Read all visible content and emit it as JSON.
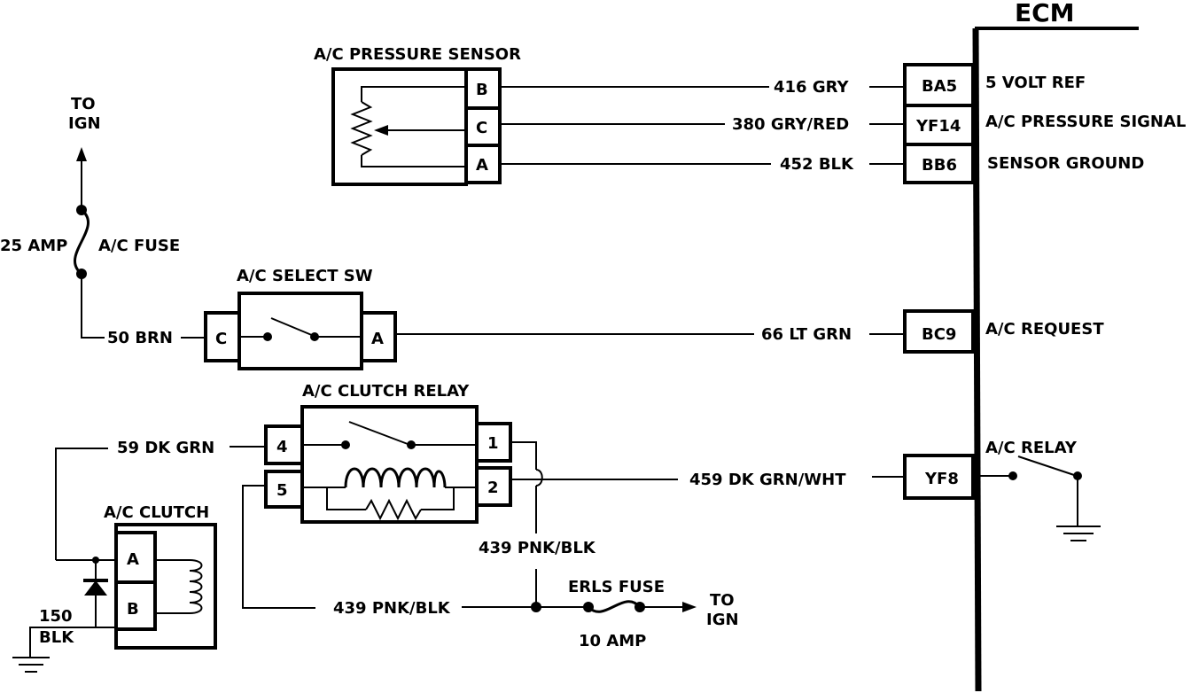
{
  "ecm": {
    "title": "ECM",
    "pins": [
      {
        "pin": "BA5",
        "function": "5 VOLT REF",
        "wire": "416 GRY"
      },
      {
        "pin": "YF14",
        "function": "A/C PRESSURE SIGNAL",
        "wire": "380 GRY/RED"
      },
      {
        "pin": "BB6",
        "function": "SENSOR GROUND",
        "wire": "452 BLK"
      },
      {
        "pin": "BC9",
        "function": "A/C REQUEST",
        "wire": "66 LT GRN"
      },
      {
        "pin": "YF8",
        "function": "A/C RELAY",
        "wire": "459  DK GRN/WHT"
      }
    ]
  },
  "pressure_sensor": {
    "title": "A/C PRESSURE SENSOR",
    "pins": [
      "B",
      "C",
      "A"
    ]
  },
  "ign_feed": {
    "label_line1": "TO",
    "label_line2": "IGN",
    "fuse_rating": "25 AMP",
    "fuse_name": "A/C  FUSE",
    "wire": "50 BRN"
  },
  "select_switch": {
    "title": "A/C  SELECT SW",
    "pin_left": "C",
    "pin_right": "A"
  },
  "clutch_relay": {
    "title": "A/C CLUTCH RELAY",
    "pins": [
      "4",
      "5",
      "1",
      "2"
    ],
    "wire_pin4": "59 DK GRN"
  },
  "clutch": {
    "title": "A/C  CLUTCH",
    "pins": [
      "A",
      "B"
    ],
    "ground_wire_line1": "150",
    "ground_wire_line2": "BLK"
  },
  "erls": {
    "wire_vertical": "439 PNK/BLK",
    "wire_horizontal": "439 PNK/BLK",
    "fuse_name": "ERLS FUSE",
    "fuse_rating": "10 AMP",
    "to_line1": "TO",
    "to_line2": "IGN"
  }
}
